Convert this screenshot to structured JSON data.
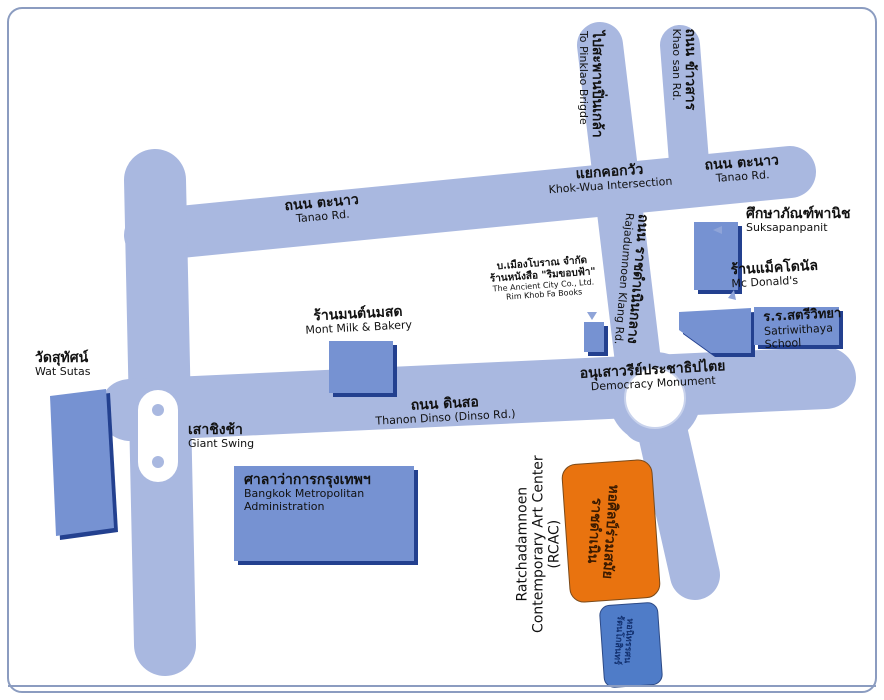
{
  "colors": {
    "road": "#a9b8e0",
    "building": "#7692d2",
    "shadow": "#23408f",
    "frame": "#8b9cc0",
    "rcac": "#e9730f",
    "exhibit": "#4f7cc8"
  },
  "roads": {
    "tanao_west": {
      "th": "ถนน ตะนาว",
      "en": "Tanao Rd."
    },
    "tanao_east": {
      "th": "ถนน ตะนาว",
      "en": "Tanao Rd."
    },
    "khokwua": {
      "th": "แยกคอกวัว",
      "en": "Khok-Wua Intersection"
    },
    "pinklao": {
      "th": "ไปสะพานปิ่นเกล้า",
      "en": "To Pinklao Brigde"
    },
    "khaosan": {
      "th": "ถนน ข้าวสาร",
      "en": "Khao san Rd."
    },
    "rajadamnoen": {
      "th": "ถนน ราชดำเนินกลาง",
      "en": "Rajadumnoen Klang Rd."
    },
    "dinso": {
      "th": "ถนน ดินสอ",
      "en": "Thanon Dinso (Dinso Rd.)"
    }
  },
  "places": {
    "democracy": {
      "th": "อนุเสาวรีย์ประชาธิปไตย",
      "en": "Democracy Monument"
    },
    "suksapan": {
      "th": "ศึกษาภัณฑ์พานิช",
      "en": "Suksapanpanit"
    },
    "mcdonalds": {
      "th": "ร้านแม็คโดนัล",
      "en": "Mc Donald's"
    },
    "satri": {
      "th": "ร.ร.สตรีวิทยา",
      "en1": "Satriwithaya",
      "en2": "School"
    },
    "ancient": {
      "th1": "บ.เมืองโบราณ จำกัด",
      "th2": "ร้านหนังสือ \"ริมขอบฟ้า\"",
      "en1": "The Ancient City Co., Ltd.",
      "en2": "Rim Khob Fa Books"
    },
    "montmilk": {
      "th": "ร้านมนต์นมสด",
      "en": "Mont Milk & Bakery"
    },
    "watsutas": {
      "th": "วัดสุทัศน์",
      "en": "Wat Sutas"
    },
    "giantswing": {
      "th": "เสาชิงช้า",
      "en": "Giant Swing"
    },
    "bma": {
      "th": "ศาลาว่าการกรุงเทพฯ",
      "en1": "Bangkok Metropolitan",
      "en2": "Administration"
    },
    "rcac": {
      "en1": "Ratchadamnoen",
      "en2": "Contemporary Art Center",
      "en3": "(RCAC)",
      "th1": "หอศิลป์ร่วมสมัย",
      "th2": "ราชดำเนิน"
    },
    "exhibit": {
      "th1": "หอนิทรรศน",
      "th2": "รัตนโกสินทร์"
    }
  }
}
